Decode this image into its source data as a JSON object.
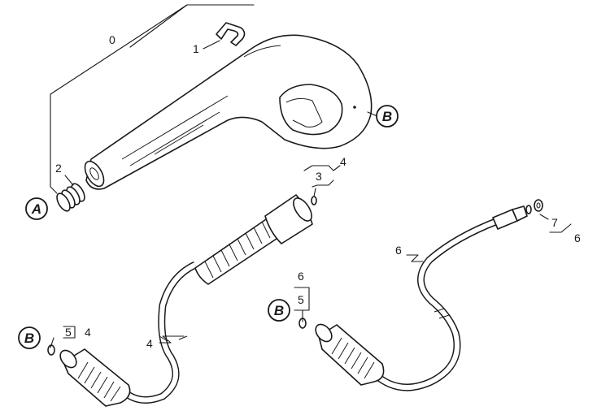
{
  "labels": {
    "l0": "0",
    "l1": "1",
    "l2": "2",
    "l3": "3",
    "l4a": "4",
    "l4b": "4",
    "l4c": "4",
    "l5a": "5",
    "l5b": "5",
    "l6a": "6",
    "l6b": "6",
    "l6c": "6",
    "l7": "7"
  },
  "badges": {
    "a": "A",
    "b_gun": "B",
    "b_left": "B",
    "b_mid": "B"
  }
}
